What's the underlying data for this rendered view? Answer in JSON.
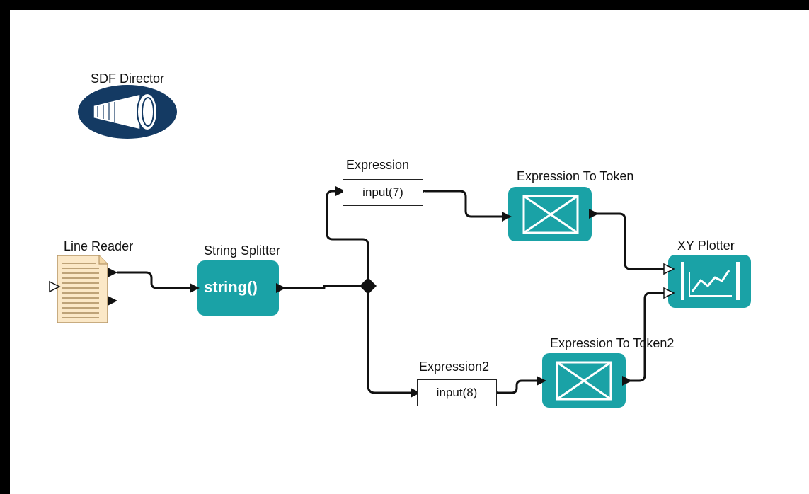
{
  "director": {
    "label": "SDF Director",
    "icon": "megaphone-icon"
  },
  "actors": {
    "line_reader": {
      "label": "Line Reader",
      "icon": "document-icon"
    },
    "string_splitter": {
      "label": "String Splitter",
      "body_text": "string()"
    },
    "expression": {
      "label": "Expression",
      "body_text": "input(7)"
    },
    "expression2": {
      "label": "Expression2",
      "body_text": "input(8)"
    },
    "expression_to_token": {
      "label": "Expression To Token",
      "icon": "bowtie-icon"
    },
    "expression_to_token2": {
      "label": "Expression To Token2",
      "icon": "bowtie-icon"
    },
    "xy_plotter": {
      "label": "XY Plotter",
      "icon": "line-chart-icon"
    }
  },
  "colors": {
    "actor_teal": "#1aa2a6",
    "director_navy": "#143a63",
    "document_fill": "#fbe8c7",
    "frame": "#000000"
  }
}
